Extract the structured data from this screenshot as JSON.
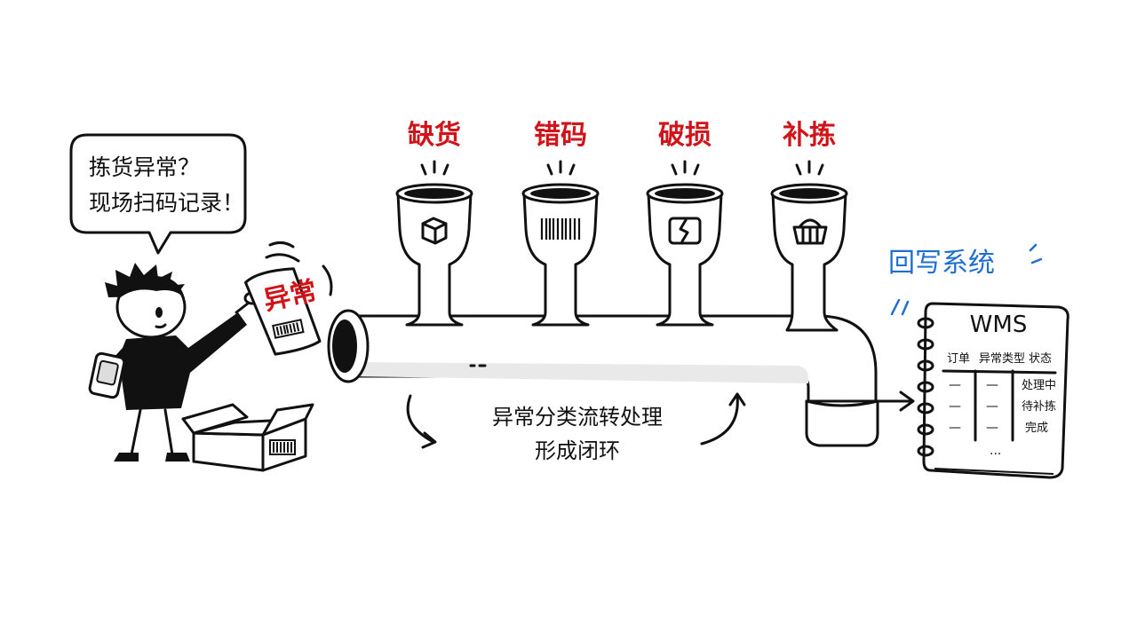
{
  "speech_bubble": {
    "line1": "拣货异常？",
    "line2": "现场扫码记录！"
  },
  "paper_slip": {
    "label": "异常"
  },
  "pipes": [
    {
      "label": "缺货",
      "icon": "box-icon"
    },
    {
      "label": "错码",
      "icon": "barcode-icon"
    },
    {
      "label": "破损",
      "icon": "broken-box-icon"
    },
    {
      "label": "补拣",
      "icon": "basket-icon"
    }
  ],
  "loop_caption": {
    "line1": "异常分类流转处理",
    "line2": "形成闭环"
  },
  "writeback_label": "回写系统",
  "wms": {
    "title": "WMS",
    "columns": [
      "订单",
      "异常类型",
      "状态"
    ],
    "rows": [
      [
        "—",
        "—",
        "处理中"
      ],
      [
        "—",
        "—",
        "待补拣"
      ],
      [
        "—",
        "—",
        "完成"
      ]
    ],
    "more": "..."
  },
  "colors": {
    "category_red": "#d0141a",
    "writeback_blue": "#1f6fd1",
    "ink": "#111111"
  }
}
